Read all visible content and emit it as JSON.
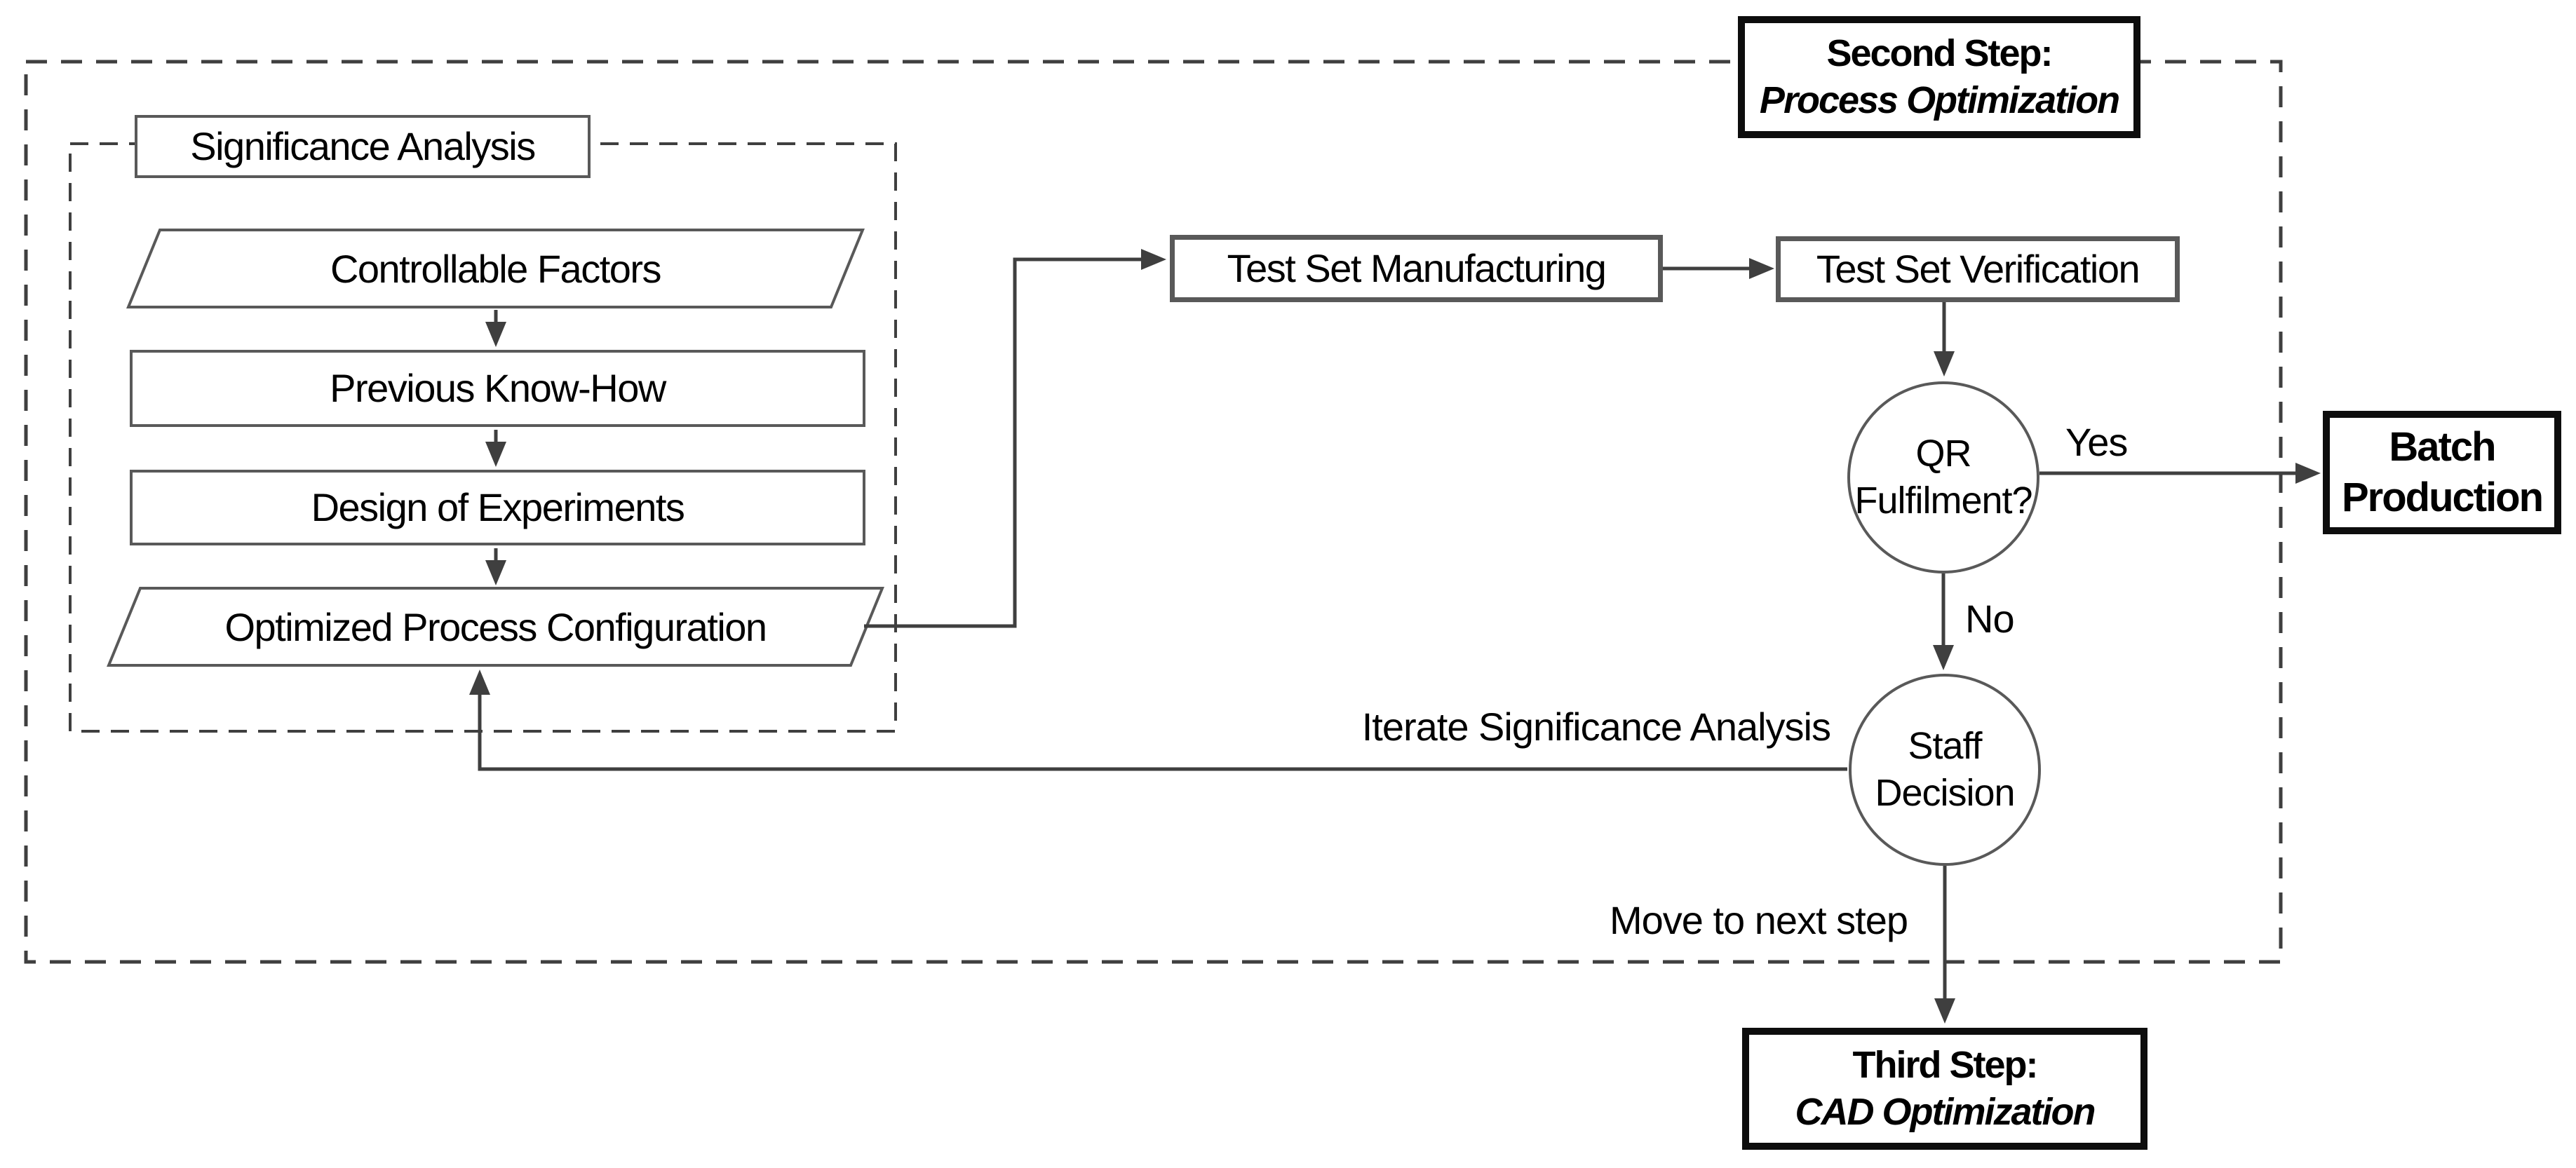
{
  "diagram": {
    "frames": {
      "second_step": {
        "line1": "Second Step:",
        "line2": "Process Optimization"
      },
      "third_step": {
        "line1": "Third Step:",
        "line2": "CAD Optimization"
      }
    },
    "group_label": "Significance Analysis",
    "nodes": {
      "controllable_factors": "Controllable Factors",
      "previous_know_how": "Previous Know-How",
      "design_of_experiments": "Design of Experiments",
      "optimized_process_configuration": "Optimized Process Configuration",
      "test_set_manufacturing": "Test Set Manufacturing",
      "test_set_verification": "Test Set Verification",
      "qr_fulfilment": {
        "line1": "QR",
        "line2": "Fulfilment?"
      },
      "staff_decision": {
        "line1": "Staff",
        "line2": "Decision"
      },
      "batch_production": {
        "line1": "Batch",
        "line2": "Production"
      }
    },
    "edge_labels": {
      "yes": "Yes",
      "no": "No",
      "iterate": "Iterate Significance Analysis",
      "move_next": "Move to next step"
    },
    "colors": {
      "line": "#3f3f3f",
      "box_border": "#595959",
      "emphasis_border": "#0d0d0d",
      "text": "#000000",
      "background": "#ffffff"
    }
  }
}
